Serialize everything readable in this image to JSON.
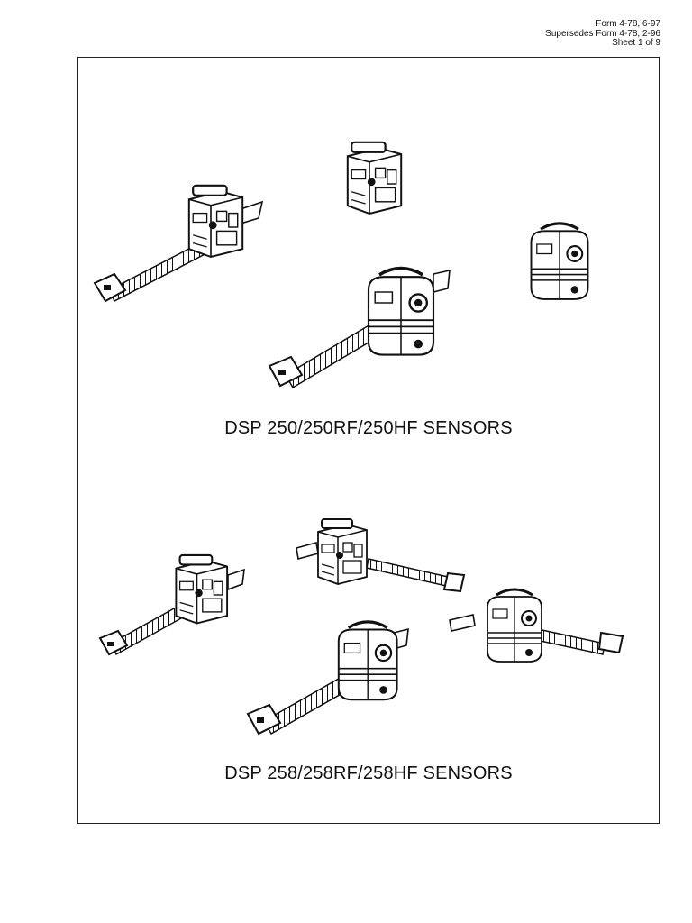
{
  "header": {
    "line1": "Form 4-78, 6-97",
    "line2": "Supersedes Form 4-78, 2-96",
    "line3": "Sheet 1 of 9"
  },
  "sections": [
    {
      "caption": "DSP 250/250RF/250HF SENSORS"
    },
    {
      "caption": "DSP 258/258RF/258HF SENSORS"
    }
  ]
}
